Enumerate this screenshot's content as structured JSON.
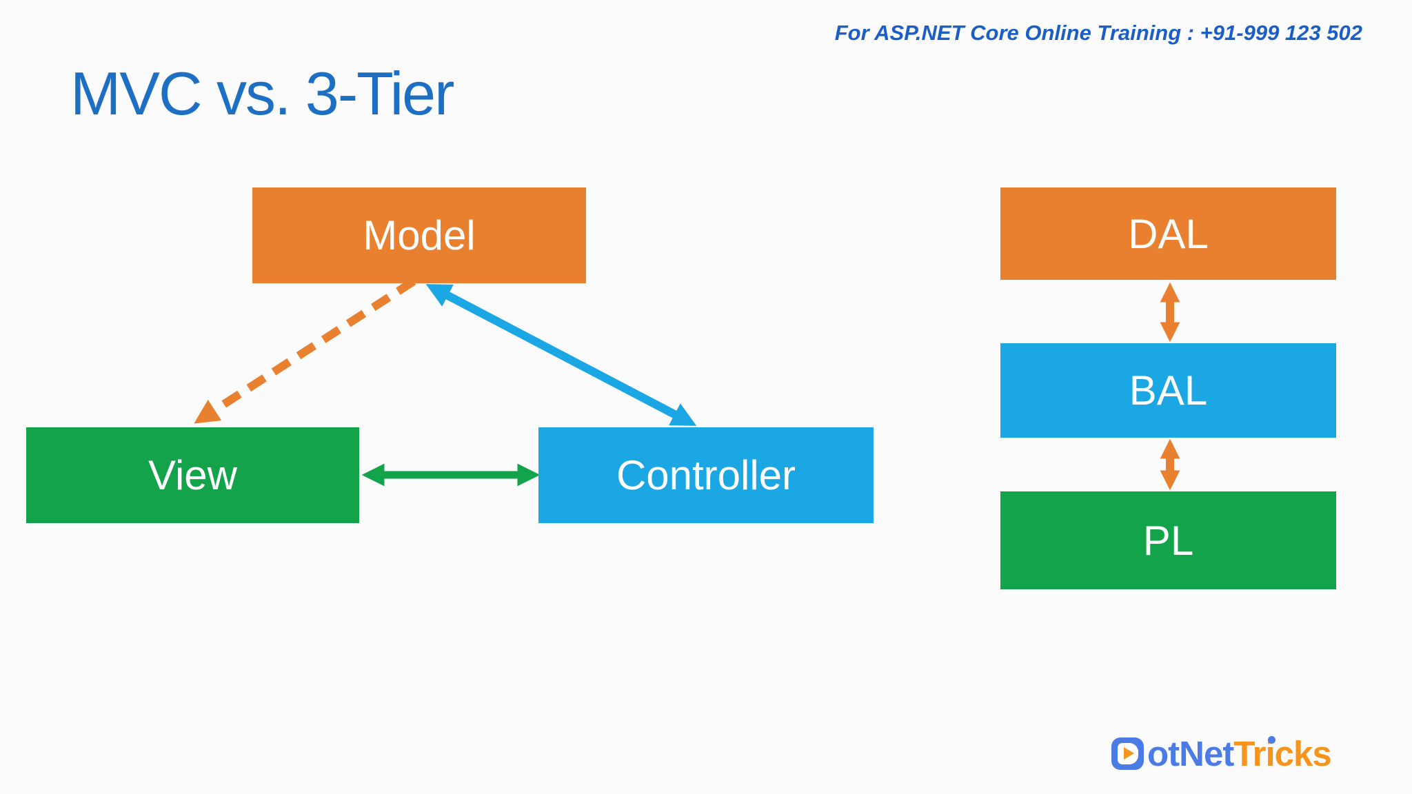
{
  "header": {
    "note": "For ASP.NET Core Online Training : +91-999 123 502",
    "title": "MVC vs. 3-Tier"
  },
  "colors": {
    "background": "#FBFBFB",
    "orange": "#E8802F",
    "green": "#13A44B",
    "blue": "#1BA7E3",
    "title-blue": "#1C6FC2",
    "note-blue": "#1A5EC6",
    "logo-blue": "#4B7BE5",
    "logo-orange": "#F7941E",
    "box-text": "#FFFFFF"
  },
  "mvc": {
    "nodes": [
      {
        "id": "model",
        "label": "Model",
        "color": "#E8802F"
      },
      {
        "id": "view",
        "label": "View",
        "color": "#13A44B"
      },
      {
        "id": "controller",
        "label": "Controller",
        "color": "#1BA7E3"
      }
    ],
    "connectors": [
      {
        "name": "model-to-view",
        "style": "dashed",
        "color": "#E8802F",
        "arrowheads": "single"
      },
      {
        "name": "model-to-controller",
        "style": "solid",
        "color": "#1BA7E3",
        "arrowheads": "double"
      },
      {
        "name": "view-to-controller",
        "style": "solid",
        "color": "#13A44B",
        "arrowheads": "double"
      }
    ]
  },
  "tiers": {
    "layers": [
      {
        "id": "dal",
        "label": "DAL",
        "color": "#E8802F"
      },
      {
        "id": "bal",
        "label": "BAL",
        "color": "#1BA7E3"
      },
      {
        "id": "pl",
        "label": "PL",
        "color": "#13A44B"
      }
    ],
    "connectors": [
      {
        "name": "dal-to-bal",
        "style": "solid",
        "color": "#E8802F",
        "arrowheads": "double"
      },
      {
        "name": "bal-to-pl",
        "style": "solid",
        "color": "#E8802F",
        "arrowheads": "double"
      }
    ]
  },
  "logo": {
    "text_blue": "otNet",
    "text_orange": "Tricks",
    "icon": "play-button-in-rounded-square"
  }
}
